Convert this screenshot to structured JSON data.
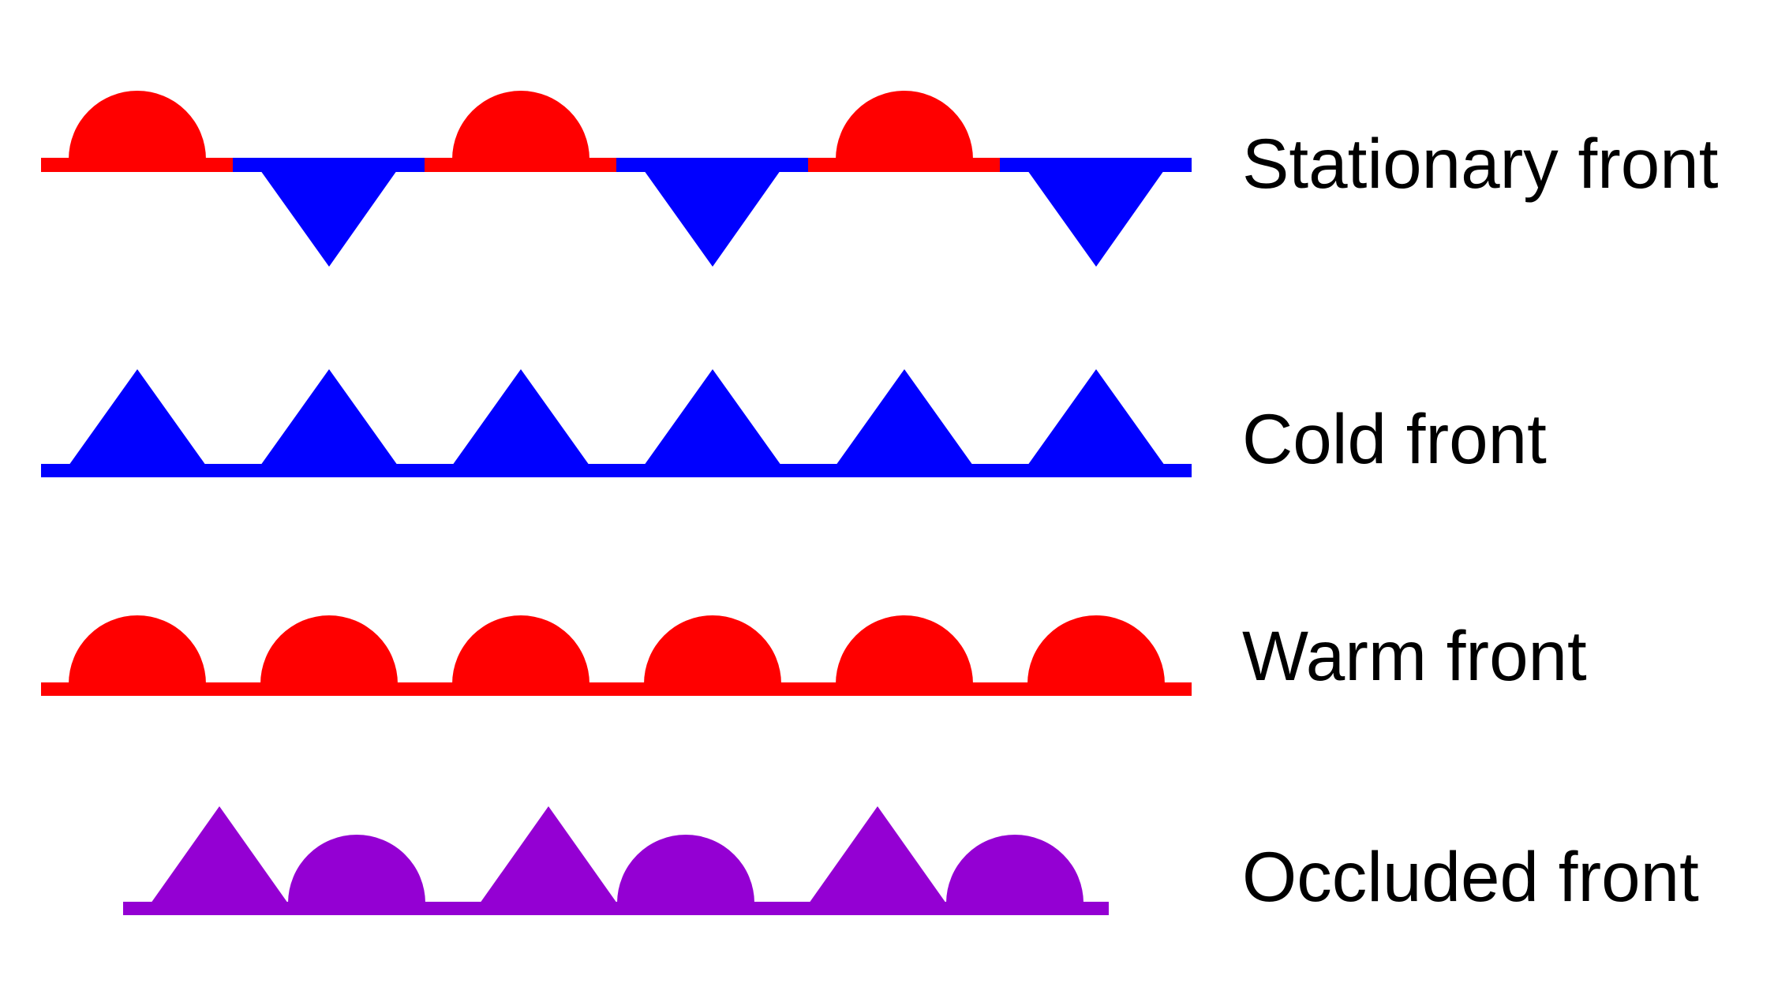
{
  "fronts": [
    {
      "id": "stationary",
      "label": "Stationary front",
      "symbols": [
        "warm-semicircle",
        "cold-triangle",
        "warm-semicircle",
        "cold-triangle",
        "warm-semicircle",
        "cold-triangle"
      ],
      "line_colors": [
        "#ff0000",
        "#0000ff"
      ],
      "cold_symbol_side": "below",
      "warm_symbol_side": "above"
    },
    {
      "id": "cold",
      "label": "Cold front",
      "symbols": [
        "cold-triangle",
        "cold-triangle",
        "cold-triangle",
        "cold-triangle",
        "cold-triangle",
        "cold-triangle"
      ],
      "line_colors": [
        "#0000ff"
      ]
    },
    {
      "id": "warm",
      "label": "Warm front",
      "symbols": [
        "warm-semicircle",
        "warm-semicircle",
        "warm-semicircle",
        "warm-semicircle",
        "warm-semicircle",
        "warm-semicircle"
      ],
      "line_colors": [
        "#ff0000"
      ]
    },
    {
      "id": "occluded",
      "label": "Occluded front",
      "symbols": [
        "triangle",
        "semicircle",
        "triangle",
        "semicircle",
        "triangle",
        "semicircle"
      ],
      "line_colors": [
        "#9400d3"
      ]
    }
  ],
  "colors": {
    "warm": "#ff0000",
    "cold": "#0000ff",
    "occluded": "#9400d3",
    "background": "#ffffff",
    "text": "#000000"
  }
}
